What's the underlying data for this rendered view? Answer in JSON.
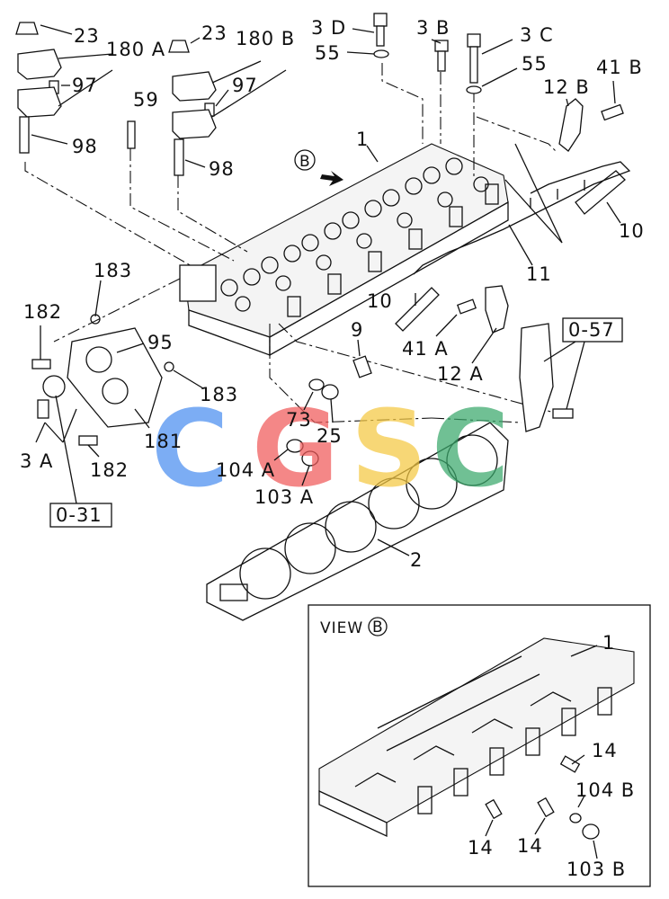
{
  "labels": {
    "l23a": "23",
    "l180a": "180 A",
    "l97a": "97",
    "l98a": "98",
    "l59": "59",
    "l23b": "23",
    "l180b": "180 B",
    "l97b": "97",
    "l98b": "98",
    "l3d": "3 D",
    "l55a": "55",
    "l3b": "3 B",
    "l3c": "3 C",
    "l55b": "55",
    "l41b": "41 B",
    "l12b": "12 B",
    "l1": "1",
    "l10a": "10",
    "l11": "11",
    "l183a": "183",
    "l182a": "182",
    "l95": "95",
    "l183b": "183",
    "l10b": "10",
    "l41a": "41 A",
    "l12a": "12 A",
    "l9": "9",
    "l057": "0-57",
    "l73": "73",
    "l25": "25",
    "l181": "181",
    "l104a": "104 A",
    "l103a": "103 A",
    "l3a": "3 A",
    "l182b": "182",
    "l031": "0-31",
    "l2": "2",
    "view_title": "VIEW",
    "view_marker": "B",
    "main_marker": "B",
    "v1": "1",
    "v14a": "14",
    "v104b": "104 B",
    "v14b": "14",
    "v14c": "14",
    "v103b": "103 B"
  },
  "watermark": {
    "letters": [
      "C",
      "G",
      "S",
      "C"
    ],
    "colors": [
      "#4a8ef0",
      "#f05a5a",
      "#f5c842",
      "#3aa86b"
    ]
  }
}
